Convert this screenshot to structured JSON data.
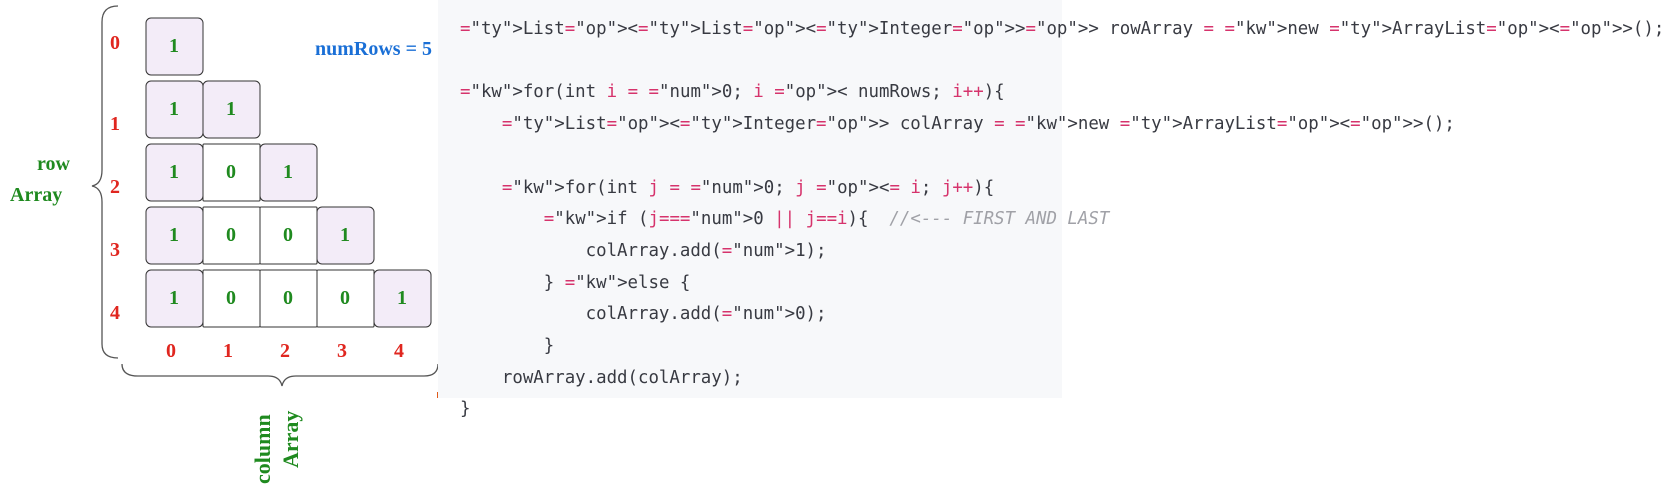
{
  "num_rows_label": "numRows = 5",
  "row_axis_label": [
    "row",
    "Array"
  ],
  "column_axis_label": [
    "column",
    "Array"
  ],
  "row_indices": [
    "0",
    "1",
    "2",
    "3",
    "4"
  ],
  "column_indices": [
    "0",
    "1",
    "2",
    "3",
    "4"
  ],
  "triangle": [
    [
      "1"
    ],
    [
      "1",
      "1"
    ],
    [
      "1",
      "0",
      "1"
    ],
    [
      "1",
      "0",
      "0",
      "1"
    ],
    [
      "1",
      "0",
      "0",
      "0",
      "1"
    ]
  ],
  "code_lines": [
    "List<List<Integer>> rowArray = new ArrayList<>();",
    "",
    "for(int i = 0; i < numRows; i++){",
    "    List<Integer> colArray = new ArrayList<>();",
    "",
    "    for(int j = 0; j <= i; j++){",
    "        if (j==0 || j==i){  //<--- FIRST AND LAST",
    "            colArray.add(1);",
    "        } else {",
    "            colArray.add(0);",
    "        }",
    "    rowArray.add(colArray);",
    "}"
  ],
  "colors": {
    "edge_cell_fill": "#f3ecf8",
    "inner_cell_fill": "#ffffff",
    "index_red": "#e0261f",
    "value_green": "#1f8a1f",
    "label_blue": "#1a6fd6"
  }
}
